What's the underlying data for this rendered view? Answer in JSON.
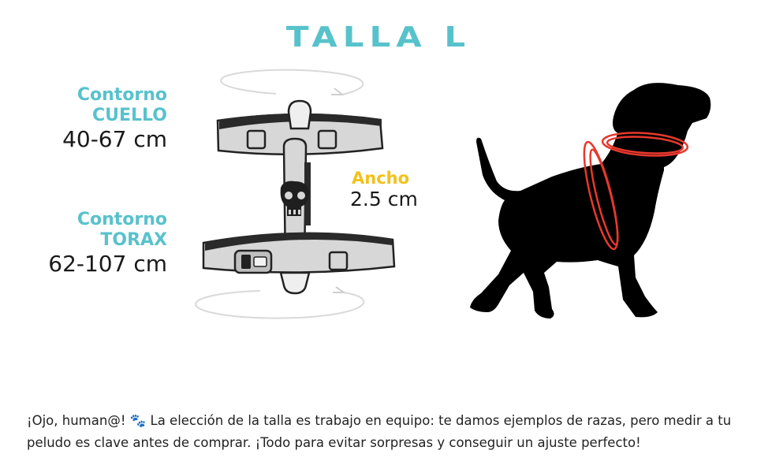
{
  "title": "TALLA L",
  "neck": {
    "label_line1": "Contorno",
    "label_line2": "CUELLO",
    "value": "40-67 cm"
  },
  "chest": {
    "label_line1": "Contorno",
    "label_line2": "TORAX",
    "value": "62-107 cm"
  },
  "width": {
    "label": "Ancho",
    "value": "2.5 cm"
  },
  "note": {
    "text_before_icon": "¡Ojo, human@!",
    "icon": "paw-print-icon",
    "text_after_icon": " La elección de la talla es trabajo en equipo: te damos ejemplos de razas, pero medir a tu peludo es clave antes de comprar. ¡Todo para evitar sorpresas y conseguir un ajuste perfecto!"
  },
  "colors": {
    "accent": "#58c2cc",
    "highlight": "#f2c21b",
    "measure_ring": "#e8382d",
    "harness_strap": "#d7d7d7",
    "silhouette": "#000000"
  }
}
